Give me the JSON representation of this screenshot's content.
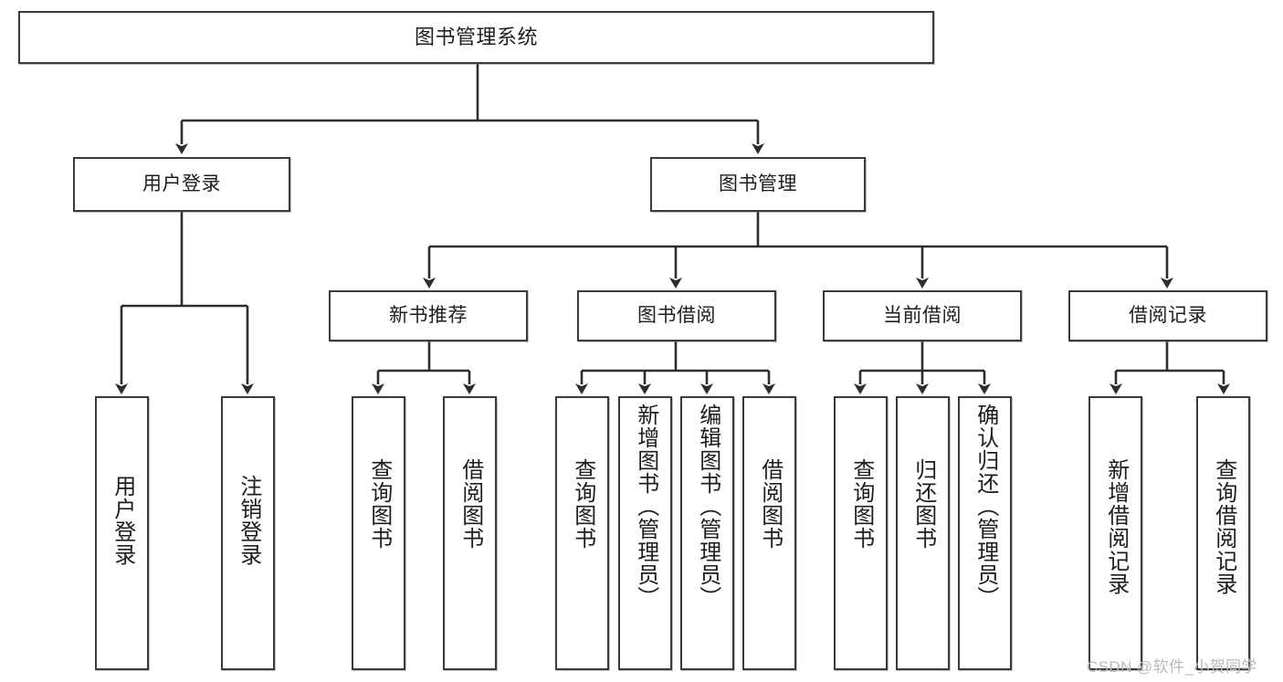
{
  "diagram": {
    "title": "图书管理系统",
    "root": {
      "label": "图书管理系统"
    },
    "level2": [
      {
        "label": "用户登录"
      },
      {
        "label": "图书管理"
      }
    ],
    "level3": [
      {
        "label": "新书推荐"
      },
      {
        "label": "图书借阅"
      },
      {
        "label": "当前借阅"
      },
      {
        "label": "借阅记录"
      }
    ],
    "leaves": {
      "user_login": [
        {
          "label": "用户登录"
        },
        {
          "label": "注销登录"
        }
      ],
      "new_book_recommend": [
        {
          "label": "查询图书"
        },
        {
          "label": "借阅图书"
        }
      ],
      "book_borrow": [
        {
          "label": "查询图书"
        },
        {
          "label": "新增图书（管理员）"
        },
        {
          "label": "编辑图书（管理员）"
        },
        {
          "label": "借阅图书"
        }
      ],
      "current_borrow": [
        {
          "label": "查询图书"
        },
        {
          "label": "归还图书"
        },
        {
          "label": "确认归还（管理员）"
        }
      ],
      "borrow_record": [
        {
          "label": "新增借阅记录"
        },
        {
          "label": "查询借阅记录"
        }
      ]
    }
  },
  "watermark": {
    "text": "CSDN @软件_小贺同学"
  },
  "colors": {
    "box_border": "#3a3a3a",
    "box_fill": "#ffffff",
    "edge": "#2d2d2d",
    "text": "#1d1d1d",
    "watermark": "#b9b9b9"
  }
}
